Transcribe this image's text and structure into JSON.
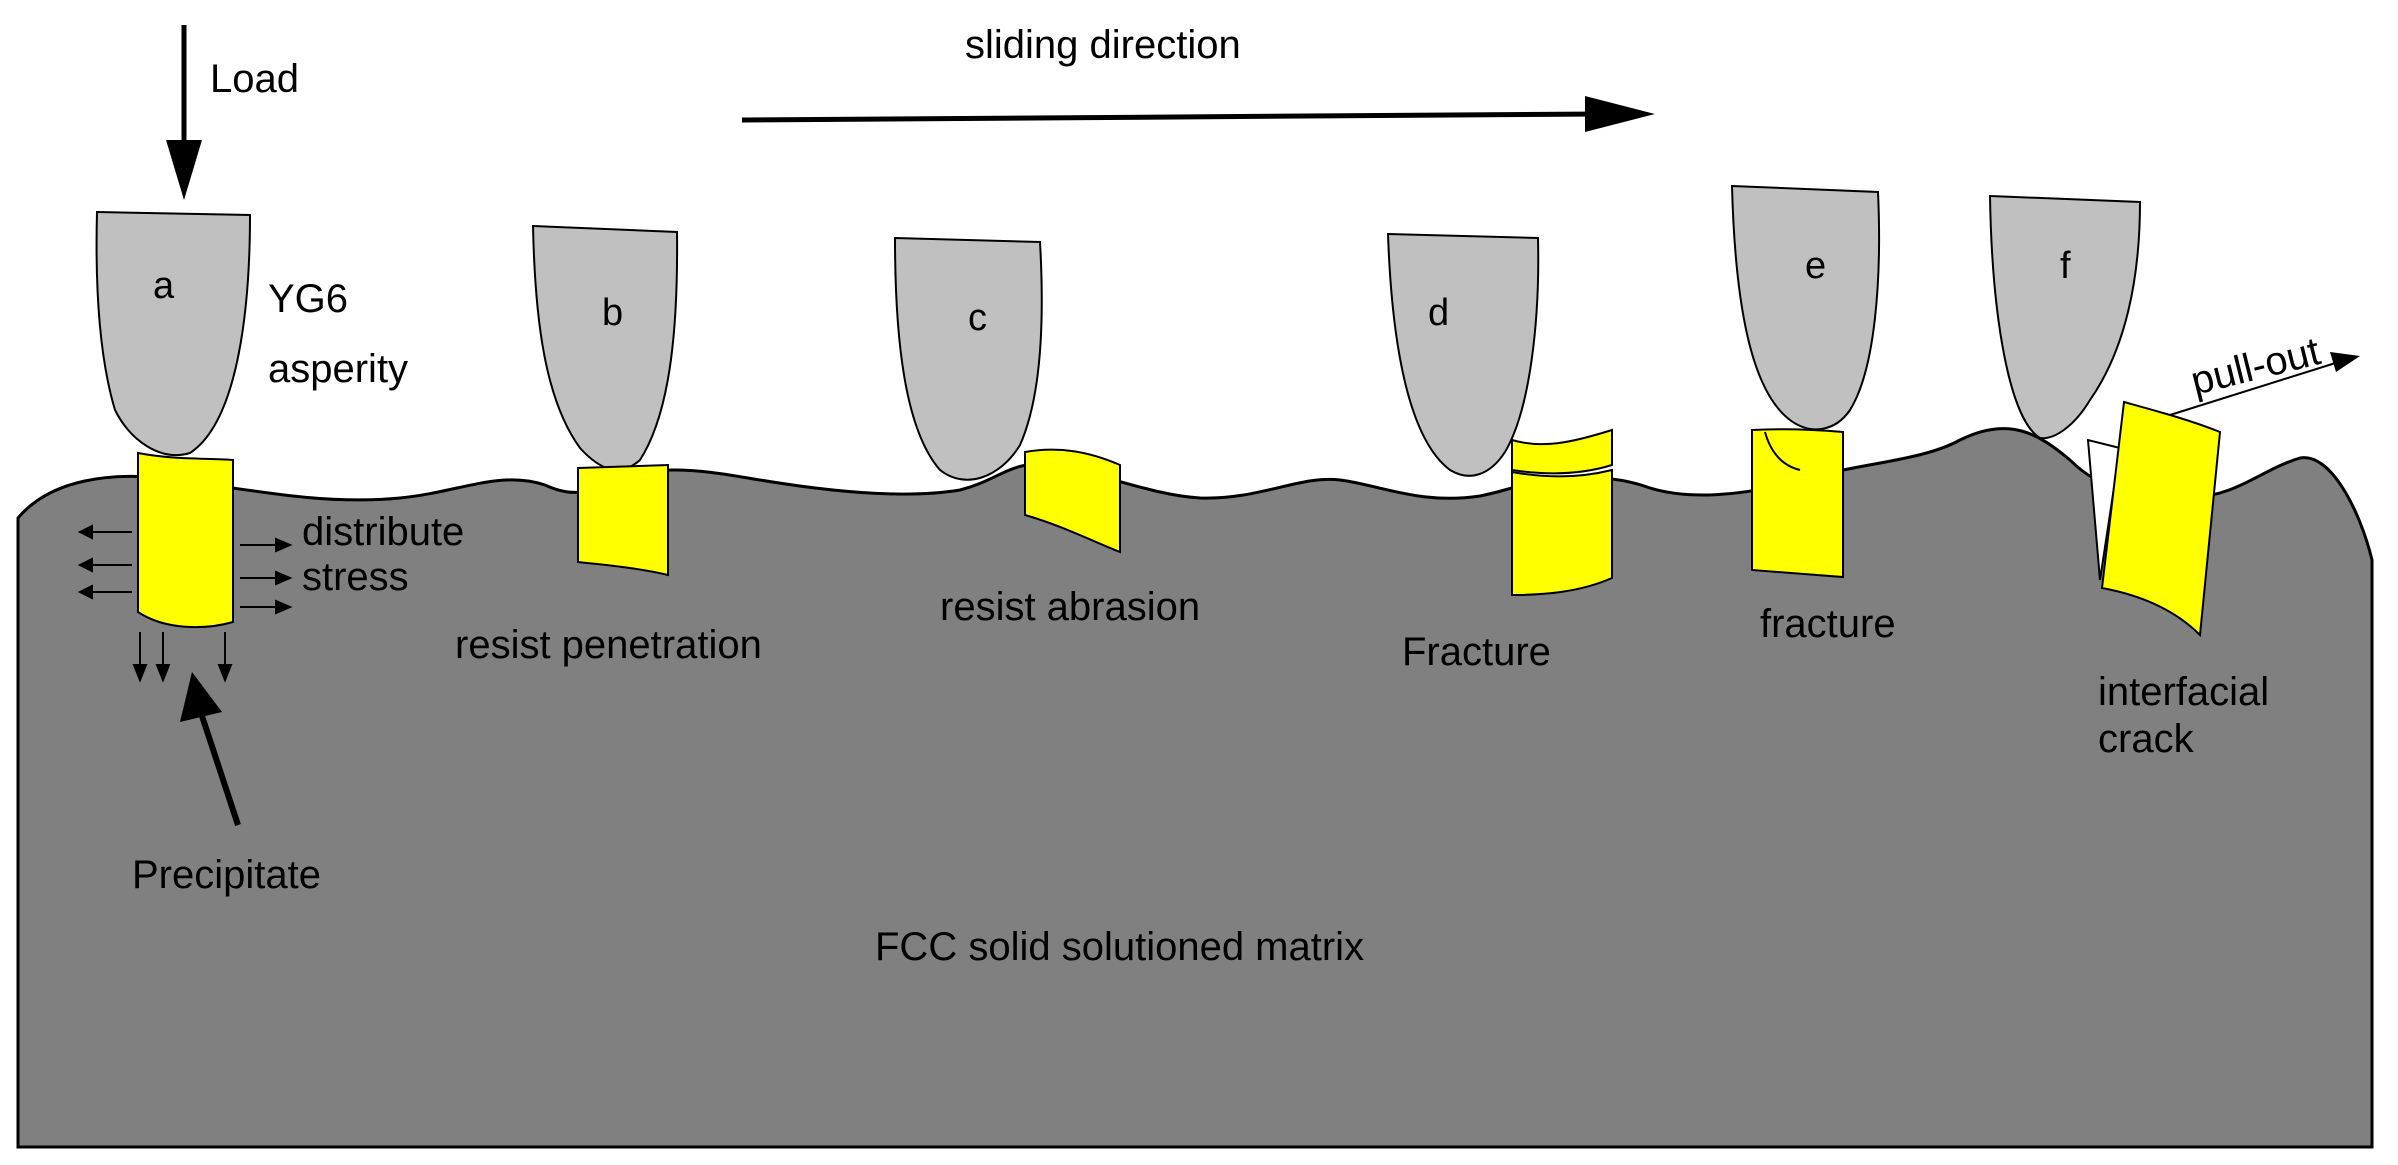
{
  "labels": {
    "load": "Load",
    "sliding_direction": "sliding direction",
    "asperity_line1": "YG6",
    "asperity_line2": "asperity",
    "distribute_line1": "distribute",
    "distribute_line2": "stress",
    "precipitate": "Precipitate",
    "resist_penetration": "resist penetration",
    "resist_abrasion": "resist abrasion",
    "fracture_d": "Fracture",
    "fracture_e": "fracture",
    "interfacial_line1": "interfacial",
    "interfacial_line2": "crack",
    "pull_out": "pull-out",
    "matrix": "FCC solid solutioned matrix"
  },
  "asperity_letters": [
    "a",
    "b",
    "c",
    "d",
    "e",
    "f"
  ],
  "colors": {
    "matrix": "#808080",
    "asperity": "#c0c0c0",
    "precipitate": "#ffff00",
    "outline": "#000000"
  }
}
